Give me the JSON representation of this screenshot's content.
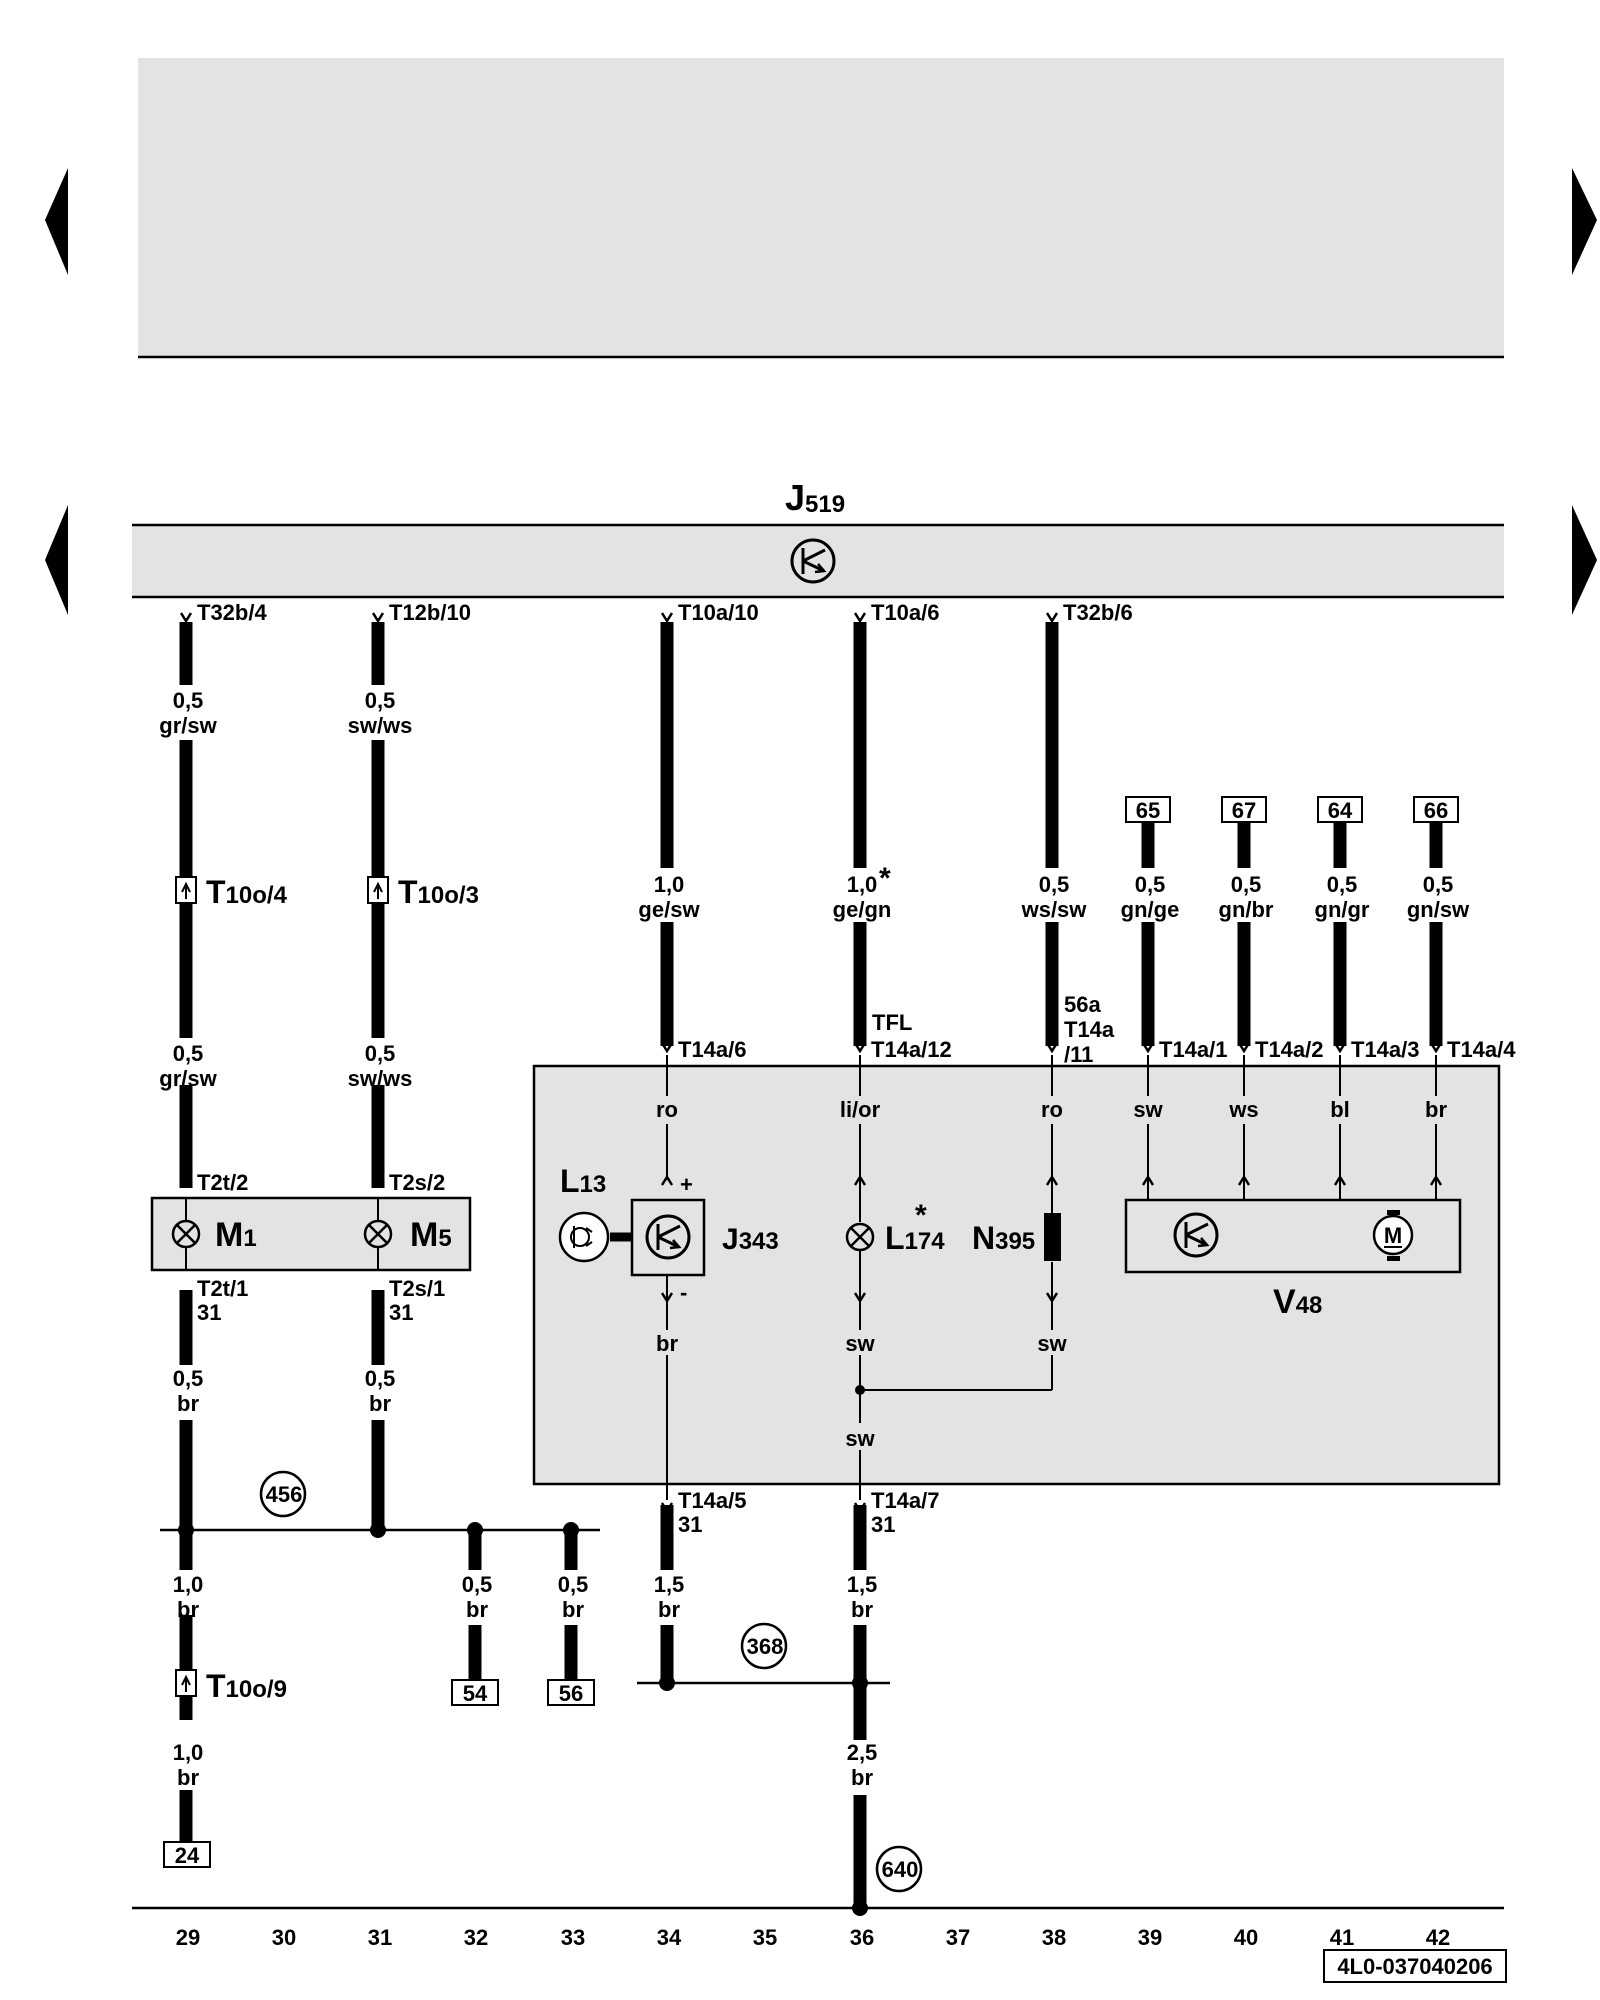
{
  "component_main": {
    "letter": "J",
    "sub": "519"
  },
  "connectors_top": [
    "T32b/4",
    "T12b/10",
    "T10a/10",
    "T10a/6",
    "T32b/6"
  ],
  "wires_upper": [
    {
      "size": "0,5",
      "color": "gr/sw"
    },
    {
      "size": "0,5",
      "color": "sw/ws"
    },
    {
      "size": "1,0",
      "color": "ge/sw"
    },
    {
      "size": "1,0",
      "color": "ge/gn"
    },
    {
      "size": "0,5",
      "color": "ws/sw"
    },
    {
      "size": "0,5",
      "color": "gn/ge"
    },
    {
      "size": "0,5",
      "color": "gn/br"
    },
    {
      "size": "0,5",
      "color": "gn/gr"
    },
    {
      "size": "0,5",
      "color": "gn/sw"
    }
  ],
  "ref_top": [
    "65",
    "67",
    "64",
    "66"
  ],
  "asterisk": "*",
  "t10o_4": {
    "letter": "T",
    "sub": "10o/4"
  },
  "t10o_3": {
    "letter": "T",
    "sub": "10o/3"
  },
  "t10o_9": {
    "letter": "T",
    "sub": "10o/9"
  },
  "wires_mid": [
    {
      "size": "0,5",
      "color": "gr/sw"
    },
    {
      "size": "0,5",
      "color": "sw/ws"
    }
  ],
  "tfl": "TFL",
  "n56a": "56a",
  "t14a_11_a": "T14a",
  "t14a_11_b": "/11",
  "t14a_pins": [
    "T14a/6",
    "T14a/12",
    "T14a/1",
    "T14a/2",
    "T14a/3",
    "T14a/4"
  ],
  "inner_top_colors": [
    "ro",
    "li/or",
    "ro",
    "sw",
    "ws",
    "bl",
    "br"
  ],
  "plus": "+",
  "minus": "-",
  "t2t_2": "T2t/2",
  "t2s_2": "T2s/2",
  "t2t_1": "T2t/1",
  "t2s_1": "T2s/1",
  "n31": "31",
  "m1": {
    "letter": "M",
    "sub": "1"
  },
  "m5": {
    "letter": "M",
    "sub": "5"
  },
  "l13": {
    "letter": "L",
    "sub": "13"
  },
  "j343": {
    "letter": "J",
    "sub": "343"
  },
  "l174": {
    "letter": "L",
    "sub": "174"
  },
  "n395": {
    "letter": "N",
    "sub": "395"
  },
  "v48": {
    "letter": "V",
    "sub": "48"
  },
  "motor_letter": "M",
  "inner_bottom_colors": [
    "br",
    "sw",
    "sw"
  ],
  "sw_junction": "sw",
  "wires_lower_left": [
    {
      "size": "0,5",
      "color": "br"
    },
    {
      "size": "0,5",
      "color": "br"
    }
  ],
  "circle_456": "456",
  "circle_368": "368",
  "circle_640": "640",
  "t14a_5": "T14a/5",
  "t14a_7": "T14a/7",
  "wires_below_bus": [
    {
      "size": "1,0",
      "color": "br"
    },
    {
      "size": "0,5",
      "color": "br"
    },
    {
      "size": "0,5",
      "color": "br"
    },
    {
      "size": "1,5",
      "color": "br"
    },
    {
      "size": "1,5",
      "color": "br"
    }
  ],
  "wire_24": {
    "size": "1,0",
    "color": "br"
  },
  "wire_640": {
    "size": "2,5",
    "color": "br"
  },
  "ref_bottom": [
    "54",
    "56",
    "24"
  ],
  "columns": [
    "29",
    "30",
    "31",
    "32",
    "33",
    "34",
    "35",
    "36",
    "37",
    "38",
    "39",
    "40",
    "41",
    "42"
  ],
  "doc_code": "4L0-037040206"
}
